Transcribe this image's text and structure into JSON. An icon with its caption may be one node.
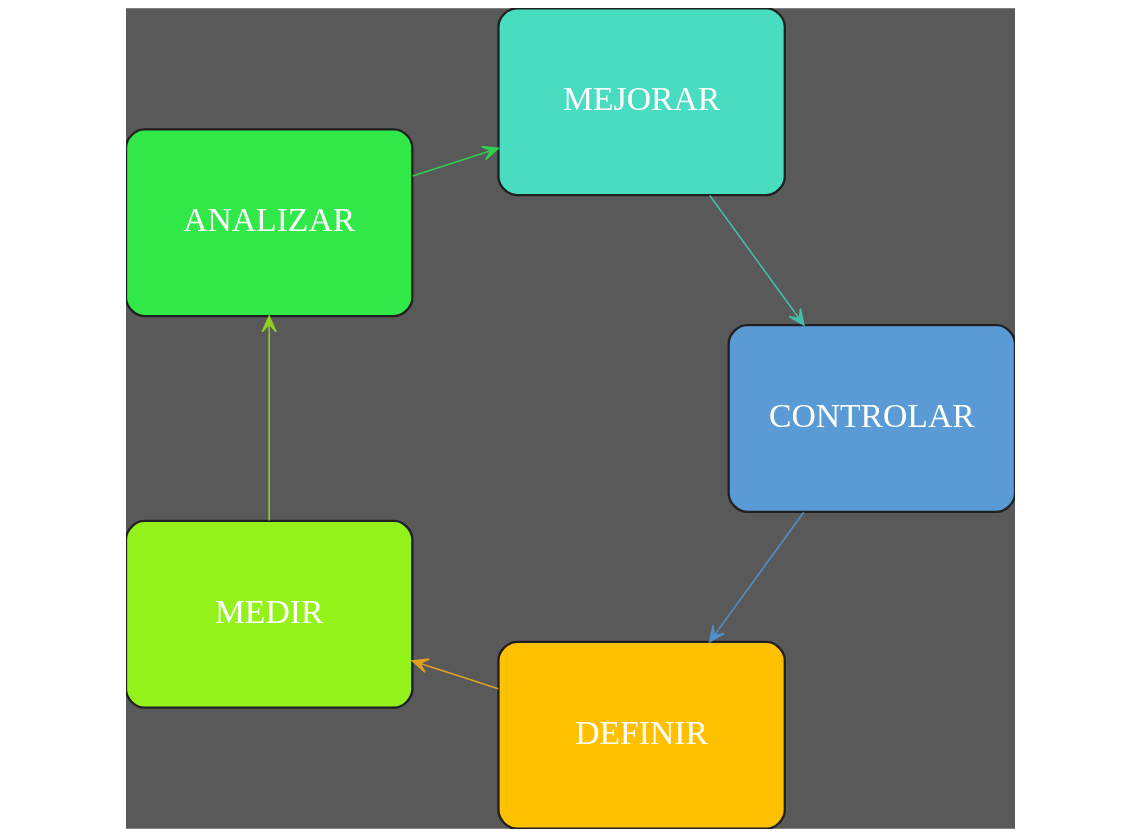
{
  "diagram": {
    "nodes": [
      {
        "text": [
          "DEFINIR"
        ]
      },
      {
        "text": [
          "MEDIR"
        ]
      },
      {
        "text": [
          "ANALIZAR"
        ]
      },
      {
        "text": [
          "MEJORAR"
        ]
      },
      {
        "text": [
          "CONTROLAR"
        ]
      }
    ],
    "edges": [
      {
        "from": 0,
        "to": 1,
        "arrow": "to",
        "color": "#e0a020"
      },
      {
        "from": 1,
        "to": 2,
        "arrow": "to",
        "color": "#8fd020"
      },
      {
        "from": 2,
        "to": 3,
        "arrow": "to",
        "color": "#30d050"
      },
      {
        "from": 3,
        "to": 4,
        "arrow": "to",
        "color": "#40c0a8"
      },
      {
        "from": 4,
        "to": 0,
        "arrow": "to",
        "color": "#5090c8"
      }
    ]
  }
}
